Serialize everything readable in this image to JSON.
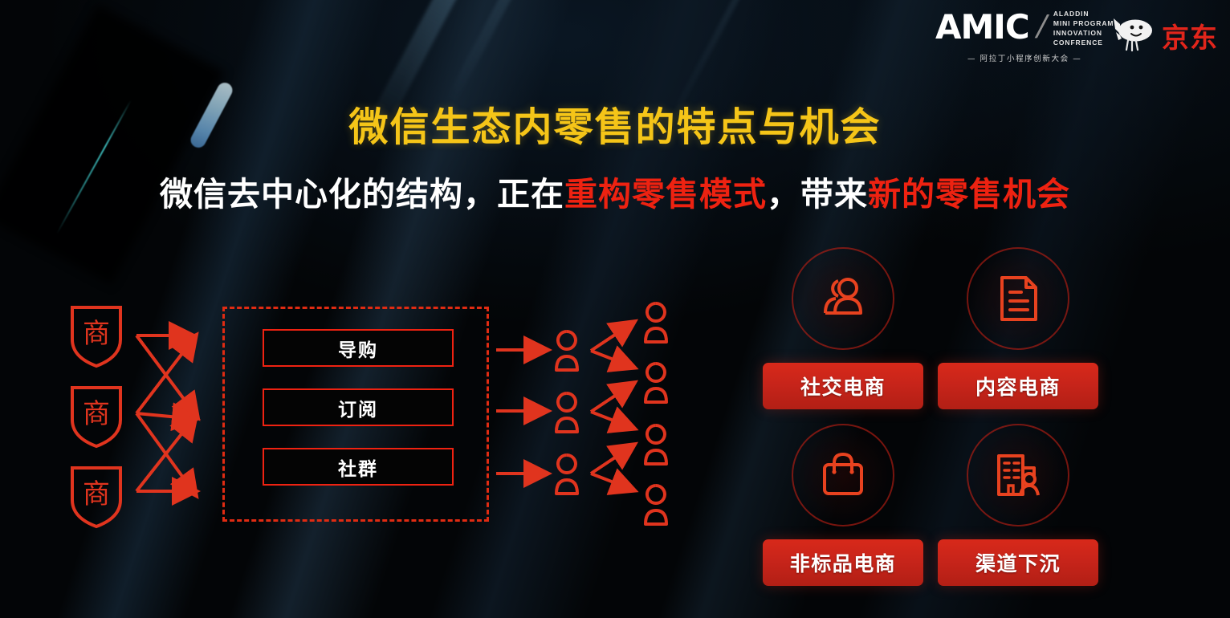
{
  "header": {
    "amic_logo": "AMIC",
    "amic_lines": [
      "ALADDIN",
      "MINI PROGRAM",
      "INNOVATION",
      "CONFRENCE"
    ],
    "amic_cn": "— 阿拉丁小程序创新大会 —",
    "jd_logo_text": "京东",
    "jd_mascot_icon": "dog-mascot-icon"
  },
  "titles": {
    "main": "微信生态内零售的特点与机会",
    "sub_part1": "微信去中心化的结构，正在",
    "sub_highlight1": "重构零售模式",
    "sub_part2": "，带来",
    "sub_highlight2": "新的零售机会"
  },
  "diagram": {
    "merchants": [
      {
        "label": "商",
        "icon": "shield-merchant-icon"
      },
      {
        "label": "商",
        "icon": "shield-merchant-icon"
      },
      {
        "label": "商",
        "icon": "shield-merchant-icon"
      }
    ],
    "channels": [
      {
        "label": "导购"
      },
      {
        "label": "订阅"
      },
      {
        "label": "社群"
      }
    ],
    "distributors": [
      {
        "icon": "person-icon"
      },
      {
        "icon": "person-icon"
      },
      {
        "icon": "person-icon"
      }
    ],
    "consumers": [
      {
        "icon": "person-icon"
      },
      {
        "icon": "person-icon"
      },
      {
        "icon": "person-icon"
      },
      {
        "icon": "person-icon"
      }
    ]
  },
  "opportunity_cards": [
    {
      "label": "社交电商",
      "icon": "two-people-icon"
    },
    {
      "label": "内容电商",
      "icon": "document-icon"
    },
    {
      "label": "非标品电商",
      "icon": "shopping-bag-icon"
    },
    {
      "label": "渠道下沉",
      "icon": "building-person-icon"
    }
  ],
  "colors": {
    "title_gold": "#f5c518",
    "accent_red": "#ee2211",
    "button_red": "#c7241a",
    "background": "#030507",
    "text_white": "#ffffff",
    "deco_teal": "#46d7d7",
    "deco_blue": "#5d8fb8"
  }
}
